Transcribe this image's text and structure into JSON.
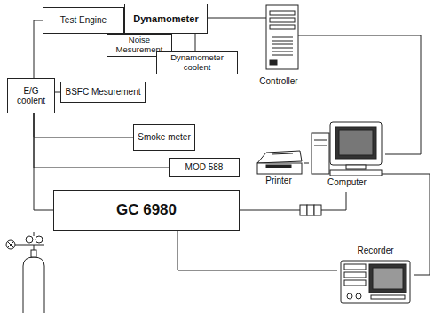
{
  "diagram": {
    "nodes": [
      {
        "text": [
          "Test Engine"
        ]
      },
      {
        "text": [
          "Dynamometer"
        ]
      },
      {
        "text": [
          "Noise Mesurement"
        ]
      },
      {
        "text": [
          "Dynamometer coolent"
        ]
      },
      {
        "text": [
          "E/G coolent"
        ]
      },
      {
        "text": [
          "BSFC Mesurement"
        ]
      },
      {
        "text": [
          "Smoke meter"
        ]
      },
      {
        "text": [
          "MOD 588"
        ]
      },
      {
        "text": [
          "GC 6980"
        ]
      },
      {
        "text": [
          "Controller"
        ]
      },
      {
        "text": [
          "Printer"
        ]
      },
      {
        "text": [
          "Computer"
        ]
      },
      {
        "text": [
          "Recorder"
        ]
      }
    ],
    "edges": [
      {
        "from": 0,
        "to": 4,
        "arrow": "none"
      },
      {
        "from": 3,
        "to": 1,
        "arrow": "none"
      },
      {
        "from": 1,
        "to": 9,
        "arrow": "none"
      },
      {
        "from": 9,
        "to": 11,
        "arrow": "none"
      },
      {
        "from": 10,
        "to": 11,
        "arrow": "none"
      },
      {
        "from": 11,
        "to": 12,
        "arrow": "none"
      },
      {
        "from": 8,
        "to": 11,
        "arrow": "none"
      },
      {
        "from": 8,
        "to": 12,
        "arrow": "none"
      },
      {
        "from": 4,
        "to": 5,
        "arrow": "none"
      },
      {
        "from": 4,
        "to": 6,
        "arrow": "none"
      },
      {
        "from": 4,
        "to": 7,
        "arrow": "none"
      },
      {
        "from": 4,
        "to": 8,
        "arrow": "none"
      }
    ]
  }
}
